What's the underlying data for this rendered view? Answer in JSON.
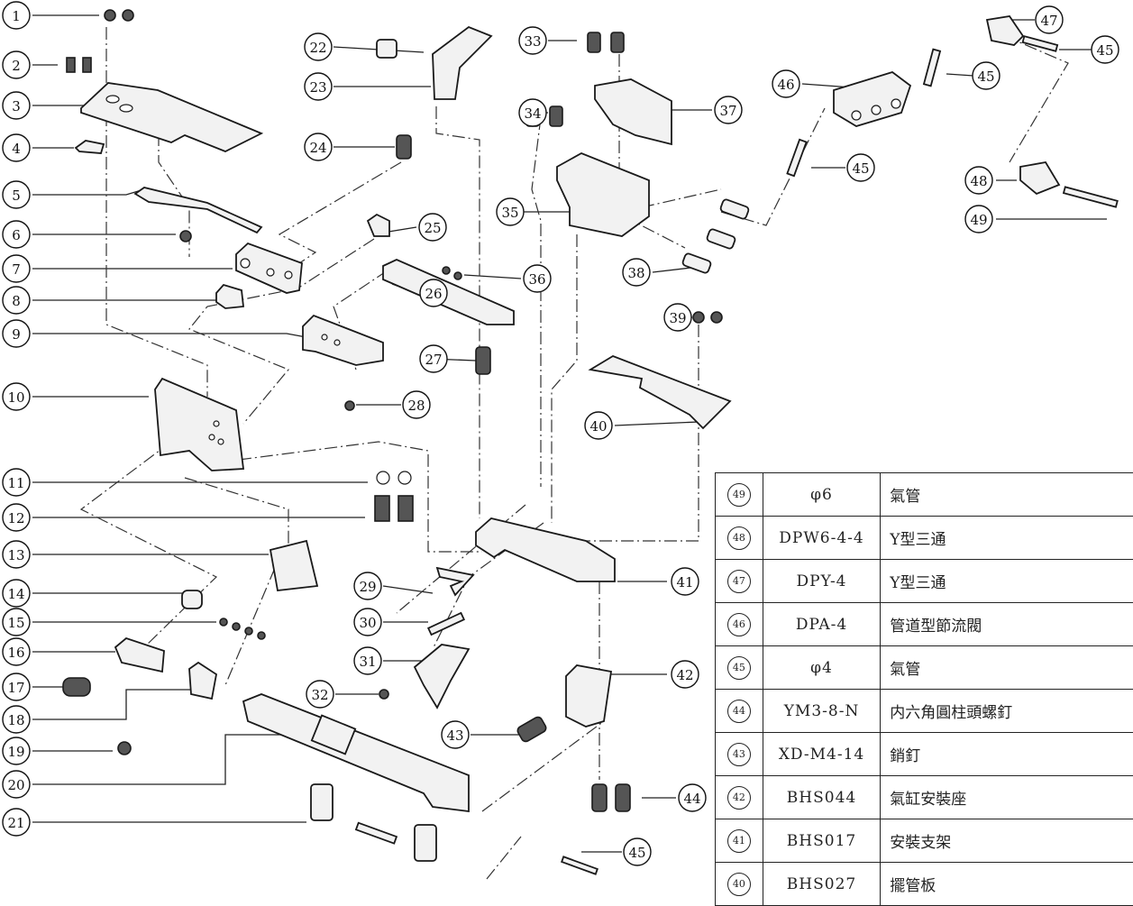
{
  "callouts": [
    {
      "n": "1"
    },
    {
      "n": "2"
    },
    {
      "n": "3"
    },
    {
      "n": "4"
    },
    {
      "n": "5"
    },
    {
      "n": "6"
    },
    {
      "n": "7"
    },
    {
      "n": "8"
    },
    {
      "n": "9"
    },
    {
      "n": "10"
    },
    {
      "n": "11"
    },
    {
      "n": "12"
    },
    {
      "n": "13"
    },
    {
      "n": "14"
    },
    {
      "n": "15"
    },
    {
      "n": "16"
    },
    {
      "n": "17"
    },
    {
      "n": "18"
    },
    {
      "n": "19"
    },
    {
      "n": "20"
    },
    {
      "n": "21"
    },
    {
      "n": "22"
    },
    {
      "n": "23"
    },
    {
      "n": "24"
    },
    {
      "n": "25"
    },
    {
      "n": "26"
    },
    {
      "n": "27"
    },
    {
      "n": "28"
    },
    {
      "n": "29"
    },
    {
      "n": "30"
    },
    {
      "n": "31"
    },
    {
      "n": "32"
    },
    {
      "n": "33"
    },
    {
      "n": "34"
    },
    {
      "n": "35"
    },
    {
      "n": "36"
    },
    {
      "n": "37"
    },
    {
      "n": "38"
    },
    {
      "n": "39"
    },
    {
      "n": "40"
    },
    {
      "n": "41"
    },
    {
      "n": "42"
    },
    {
      "n": "43"
    },
    {
      "n": "44"
    },
    {
      "n": "45"
    },
    {
      "n": "45"
    },
    {
      "n": "45"
    },
    {
      "n": "45"
    },
    {
      "n": "46"
    },
    {
      "n": "47"
    },
    {
      "n": "48"
    },
    {
      "n": "49"
    }
  ],
  "bom": {
    "rows": [
      {
        "no": "49",
        "code": "φ6",
        "name": "氣管"
      },
      {
        "no": "48",
        "code": "DPW6-4-4",
        "name": "Y型三通"
      },
      {
        "no": "47",
        "code": "DPY-4",
        "name": "Y型三通"
      },
      {
        "no": "46",
        "code": "DPA-4",
        "name": "管道型節流閥"
      },
      {
        "no": "45",
        "code": "φ4",
        "name": "氣管"
      },
      {
        "no": "44",
        "code": "YM3-8-N",
        "name": "内六角圓柱頭螺釘"
      },
      {
        "no": "43",
        "code": "XD-M4-14",
        "name": "銷釘"
      },
      {
        "no": "42",
        "code": "BHS044",
        "name": "氣缸安裝座"
      },
      {
        "no": "41",
        "code": "BHS017",
        "name": "安裝支架"
      },
      {
        "no": "40",
        "code": "BHS027",
        "name": "擺管板"
      }
    ]
  }
}
